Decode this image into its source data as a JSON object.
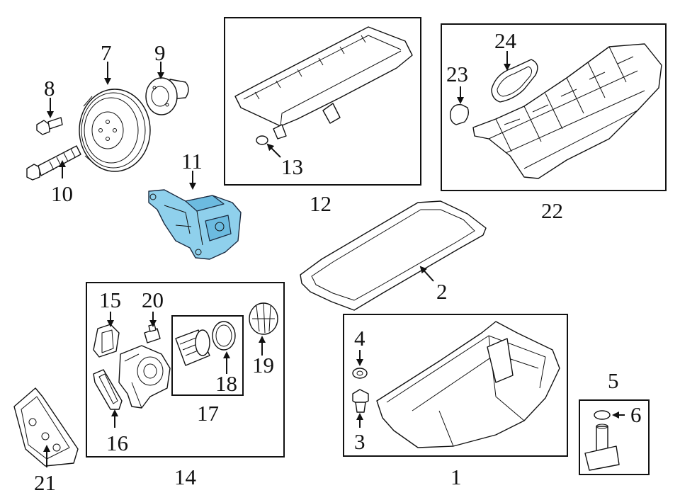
{
  "callouts": {
    "c1": "1",
    "c2": "2",
    "c3": "3",
    "c4": "4",
    "c5": "5",
    "c6": "6",
    "c7": "7",
    "c8": "8",
    "c9": "9",
    "c10": "10",
    "c11": "11",
    "c12": "12",
    "c13": "13",
    "c14": "14",
    "c15": "15",
    "c16": "16",
    "c17": "17",
    "c18": "18",
    "c19": "19",
    "c20": "20",
    "c21": "21",
    "c22": "22",
    "c23": "23",
    "c24": "24"
  },
  "colors": {
    "highlight": "#8fd0ec",
    "line": "#111111"
  }
}
